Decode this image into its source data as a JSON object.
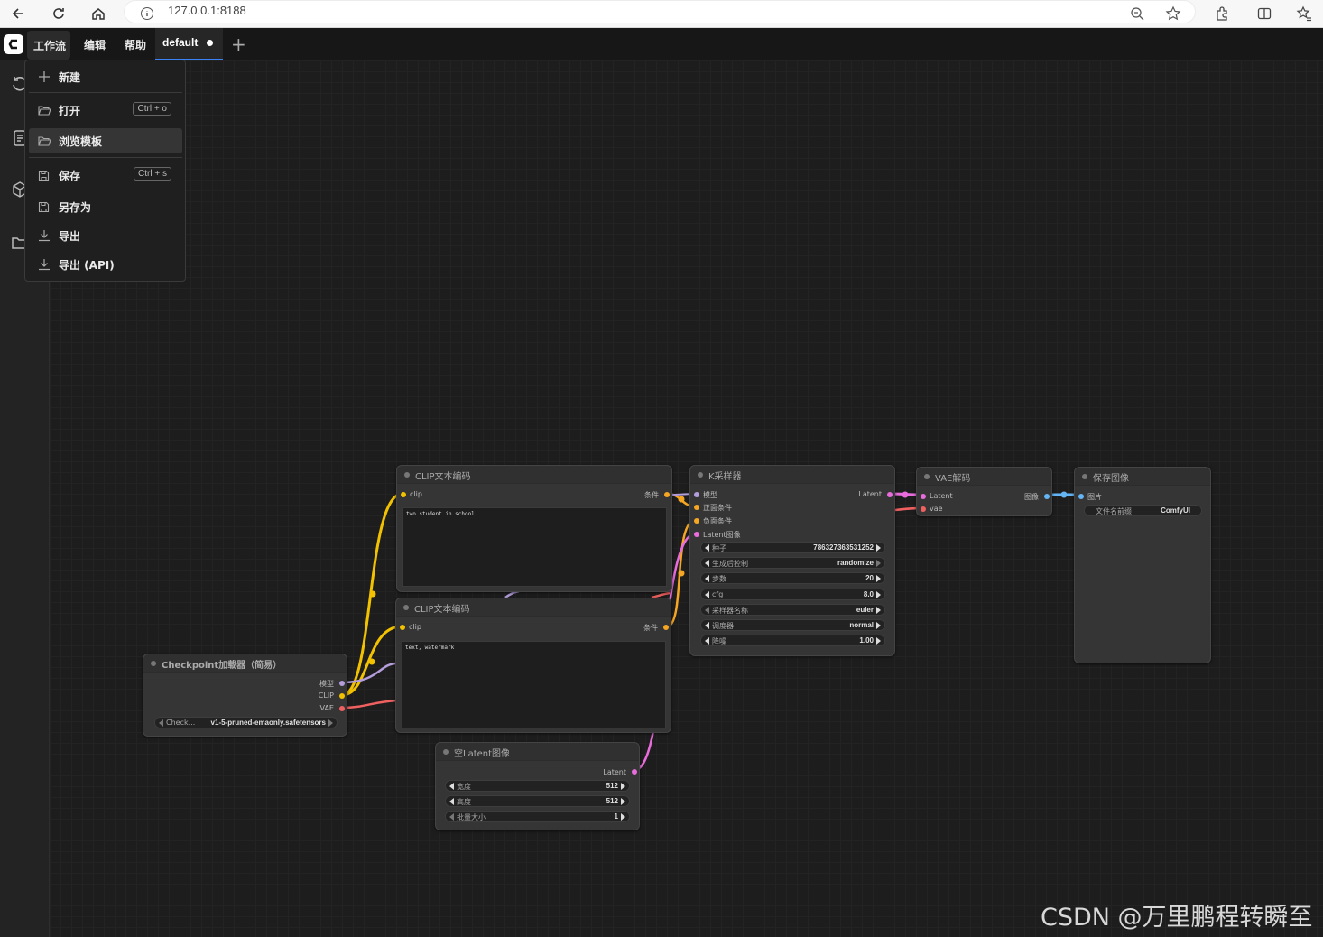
{
  "browser": {
    "url": "127.0.0.1:8188",
    "icons": [
      "back-icon",
      "reload-icon",
      "home-icon",
      "info-icon",
      "zoom-icon",
      "star-icon",
      "extensions-icon",
      "split-icon",
      "favorites-icon"
    ]
  },
  "appbar": {
    "menus": [
      "工作流",
      "编辑",
      "帮助"
    ],
    "tab_label": "default"
  },
  "dropdown": {
    "items": [
      {
        "label": "新建",
        "icon": "plus-icon",
        "shortcut": ""
      },
      {
        "label": "打开",
        "icon": "folder-open-icon",
        "shortcut": "Ctrl + o"
      },
      {
        "label": "浏览模板",
        "icon": "folder-open-icon",
        "shortcut": ""
      },
      {
        "label": "保存",
        "icon": "save-icon",
        "shortcut": "Ctrl + s"
      },
      {
        "label": "另存为",
        "icon": "save-icon",
        "shortcut": ""
      },
      {
        "label": "导出",
        "icon": "download-icon",
        "shortcut": ""
      },
      {
        "label": "导出 (API)",
        "icon": "download-icon",
        "shortcut": ""
      }
    ]
  },
  "nodes": {
    "checkpoint": {
      "title": "Checkpoint加载器（简易）",
      "outputs": [
        "模型",
        "CLIP",
        "VAE"
      ],
      "widget_label": "Check...",
      "widget_value": "v1-5-pruned-emaonly.safetensors"
    },
    "clip1": {
      "title": "CLIP文本编码",
      "input": "clip",
      "output": "条件",
      "text": "two student in school"
    },
    "clip2": {
      "title": "CLIP文本编码",
      "input": "clip",
      "output": "条件",
      "text": "text, watermark"
    },
    "ksampler": {
      "title": "K采样器",
      "inputs": [
        "模型",
        "正面条件",
        "负面条件",
        "Latent图像"
      ],
      "output": "Latent",
      "widgets": [
        {
          "label": "种子",
          "value": "786327363531252"
        },
        {
          "label": "生成后控制",
          "value": "randomize"
        },
        {
          "label": "步数",
          "value": "20"
        },
        {
          "label": "cfg",
          "value": "8.0"
        },
        {
          "label": "采样器名称",
          "value": "euler"
        },
        {
          "label": "调度器",
          "value": "normal"
        },
        {
          "label": "降噪",
          "value": "1.00"
        }
      ]
    },
    "vae": {
      "title": "VAE解码",
      "inputs": [
        "Latent",
        "vae"
      ],
      "output": "图像"
    },
    "save": {
      "title": "保存图像",
      "input": "图片",
      "widget_label": "文件名前缀",
      "widget_value": "ComfyUI"
    },
    "latent": {
      "title": "空Latent图像",
      "output": "Latent",
      "widgets": [
        {
          "label": "宽度",
          "value": "512"
        },
        {
          "label": "高度",
          "value": "512"
        },
        {
          "label": "批量大小",
          "value": "1"
        }
      ]
    }
  },
  "colors": {
    "clip_link": "#f2c200",
    "cond_link": "#f5a623",
    "model_link": "#b39ddb",
    "vae_link": "#f06060",
    "latent_link": "#e86cdc",
    "image_link": "#64b5f6"
  },
  "watermark": "CSDN @万里鹏程转瞬至"
}
